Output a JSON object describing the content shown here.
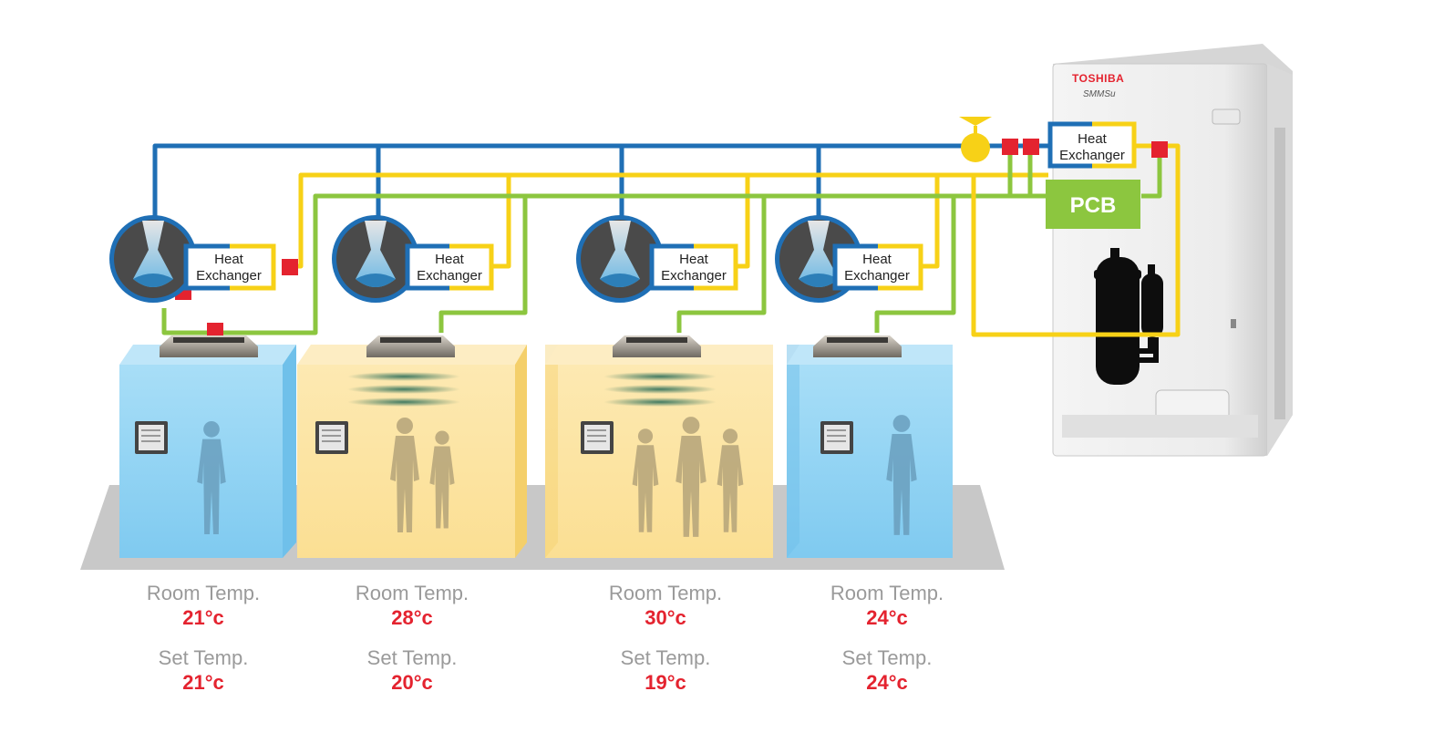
{
  "outdoor_unit": {
    "brand": "TOSHIBA",
    "model": "SMMSu",
    "heat_exchanger_line1": "Heat",
    "heat_exchanger_line2": "Exchanger",
    "pcb_label": "PCB"
  },
  "indoor_units": [
    {
      "hx_line1": "Heat",
      "hx_line2": "Exchanger",
      "room_color": "#8fd3f4",
      "room_label": "Room Temp.",
      "room_temp": "21°c",
      "set_label": "Set Temp.",
      "set_temp": "21°c"
    },
    {
      "hx_line1": "Heat",
      "hx_line2": "Exchanger",
      "room_color": "#fbe3a1",
      "room_label": "Room Temp.",
      "room_temp": "28°c",
      "set_label": "Set Temp.",
      "set_temp": "20°c"
    },
    {
      "hx_line1": "Heat",
      "hx_line2": "Exchanger",
      "room_color": "#fbe3a1",
      "room_label": "Room Temp.",
      "room_temp": "30°c",
      "set_label": "Set Temp.",
      "set_temp": "19°c"
    },
    {
      "hx_line1": "Heat",
      "hx_line2": "Exchanger",
      "room_color": "#8fd3f4",
      "room_label": "Room Temp.",
      "room_temp": "24°c",
      "set_label": "Set Temp.",
      "set_temp": "24°c"
    }
  ],
  "colors": {
    "pipe_blue": "#1f6fb5",
    "pipe_yellow": "#f7d117",
    "pipe_green": "#8cc63f",
    "valve_red": "#e4232f",
    "temp_red": "#e4232f",
    "label_gray": "#9a9a9a"
  }
}
